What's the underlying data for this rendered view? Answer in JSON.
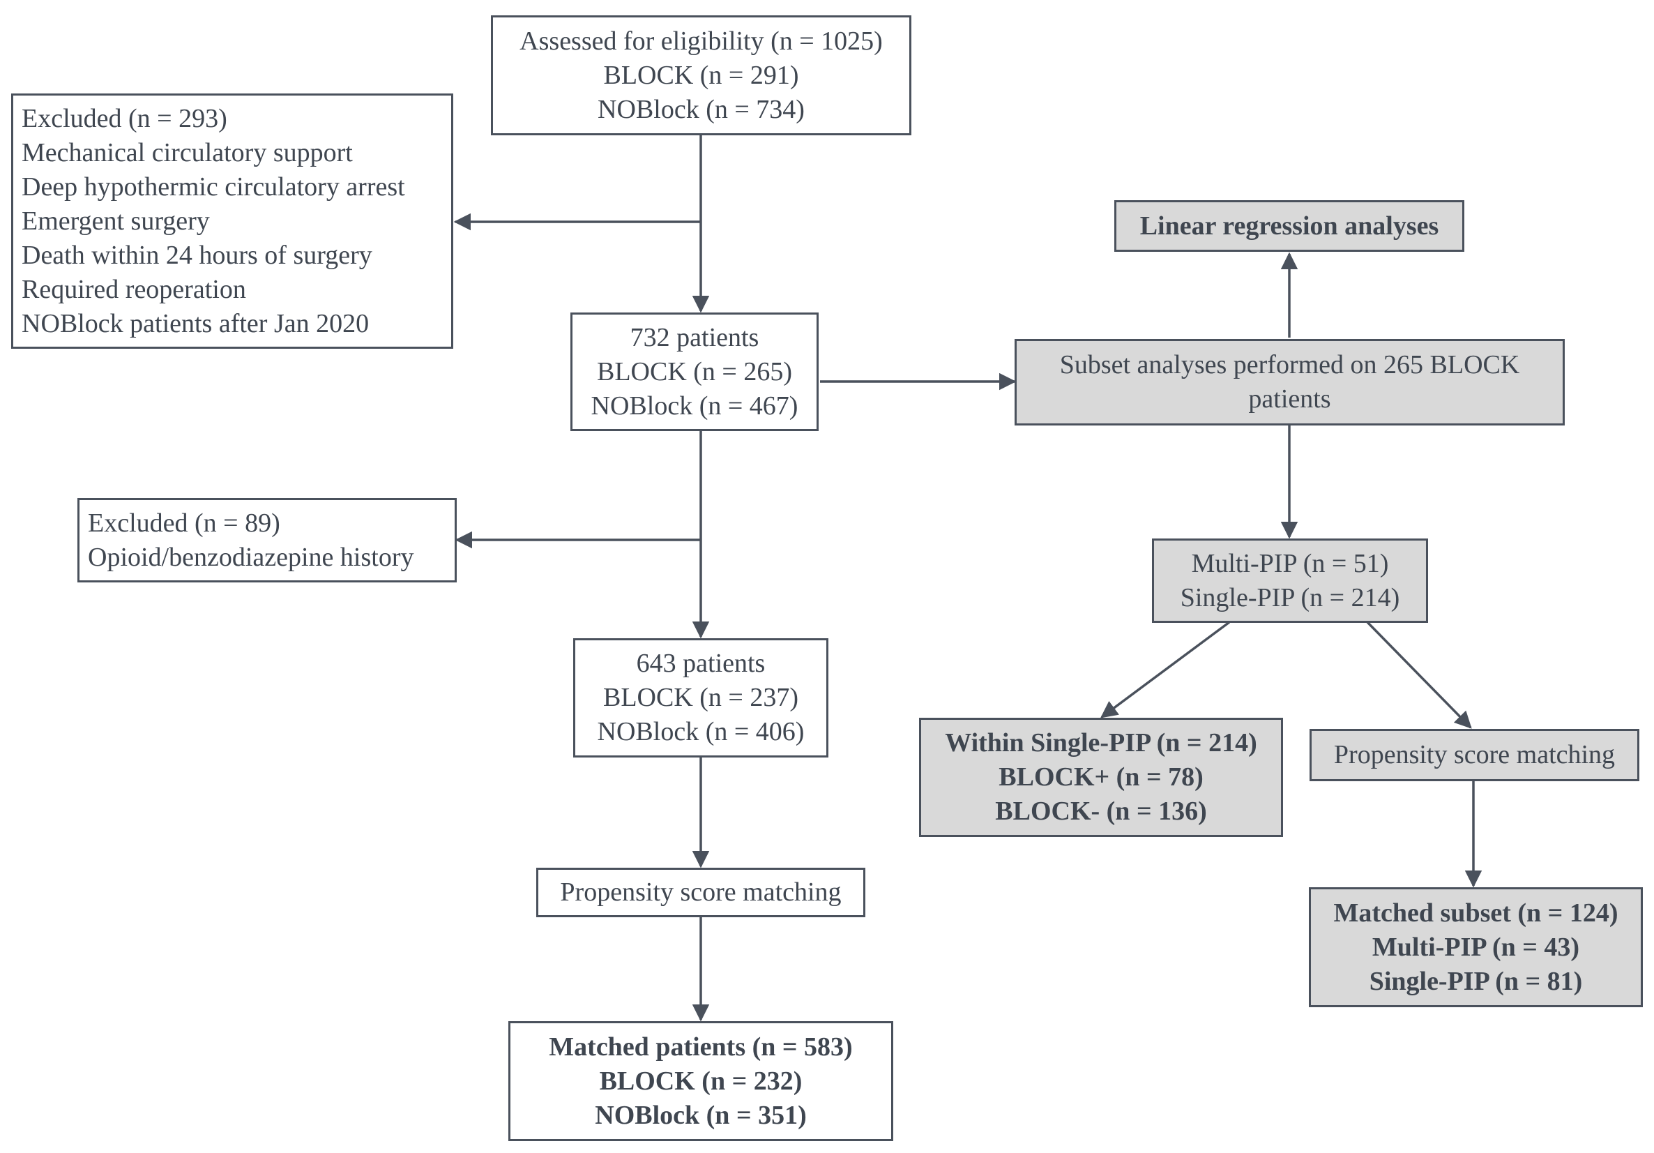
{
  "assessed": {
    "title": "Assessed for eligibility (n = 1025)",
    "block": "BLOCK (n = 291)",
    "noblock": "NOBlock (n = 734)"
  },
  "excluded_1": {
    "title": "Excluded (n = 293)",
    "reasons": [
      "Mechanical circulatory support",
      "Deep hypothermic circulatory arrest",
      "Emergent surgery",
      "Death within 24 hours of surgery",
      "Required reoperation",
      "NOBlock patients after Jan 2020"
    ]
  },
  "cohort_732": {
    "title": "732 patients",
    "block": "BLOCK (n = 265)",
    "noblock": "NOBlock (n = 467)"
  },
  "excluded_2": {
    "title": "Excluded (n = 89)",
    "reasons": [
      "Opioid/benzodiazepine history"
    ]
  },
  "cohort_643": {
    "title": "643 patients",
    "block": "BLOCK (n = 237)",
    "noblock": "NOBlock (n = 406)"
  },
  "psm_main": {
    "label": "Propensity score matching"
  },
  "matched_main": {
    "title": "Matched patients (n = 583)",
    "block": "BLOCK (n = 232)",
    "noblock": "NOBlock (n = 351)"
  },
  "linear_regression": {
    "label": "Linear regression analyses"
  },
  "subset_analyses": {
    "line1": "Subset analyses performed on 265 BLOCK",
    "line2": "patients"
  },
  "pip_split": {
    "multi": "Multi-PIP (n = 51)",
    "single": "Single-PIP (n = 214)"
  },
  "within_single": {
    "title": "Within Single-PIP (n = 214)",
    "block_plus": "BLOCK+ (n = 78)",
    "block_minus": "BLOCK- (n = 136)"
  },
  "psm_subset": {
    "label": "Propensity score matching"
  },
  "matched_subset": {
    "title": "Matched subset (n = 124)",
    "multi": "Multi-PIP (n = 43)",
    "single": "Single-PIP (n = 81)"
  },
  "colors": {
    "line": "#4a515c",
    "text": "#3f4650",
    "shaded_fill": "#d9d9d9"
  }
}
